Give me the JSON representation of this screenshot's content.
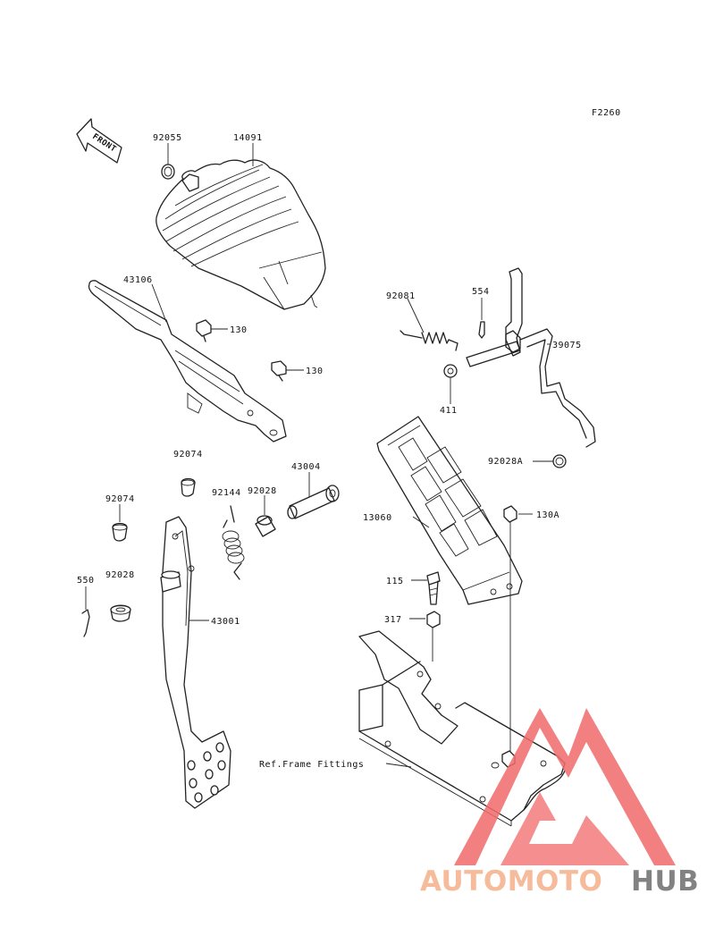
{
  "figure_code": "F2260",
  "front_label": "FRONT",
  "reference_label": "Ref.Frame Fittings",
  "parts": {
    "p92055": "92055",
    "p14091": "14091",
    "p43106": "43106",
    "p130a": "130",
    "p130b": "130",
    "p92081": "92081",
    "p554": "554",
    "p39075": "39075",
    "p411": "411",
    "p92074a": "92074",
    "p92074b": "92074",
    "p92144": "92144",
    "p92028a": "92028",
    "p43004": "43004",
    "p92028A": "92028A",
    "p13060": "13060",
    "p130A": "130A",
    "p550": "550",
    "p92028b": "92028",
    "p115": "115",
    "p43001": "43001",
    "p317": "317"
  },
  "watermark": {
    "part1": "AUTOMOTO",
    "part2": "HUB",
    "color1": "#f5b08a",
    "color2": "#6d6d6d",
    "triangle_color": "#f26b6b"
  }
}
